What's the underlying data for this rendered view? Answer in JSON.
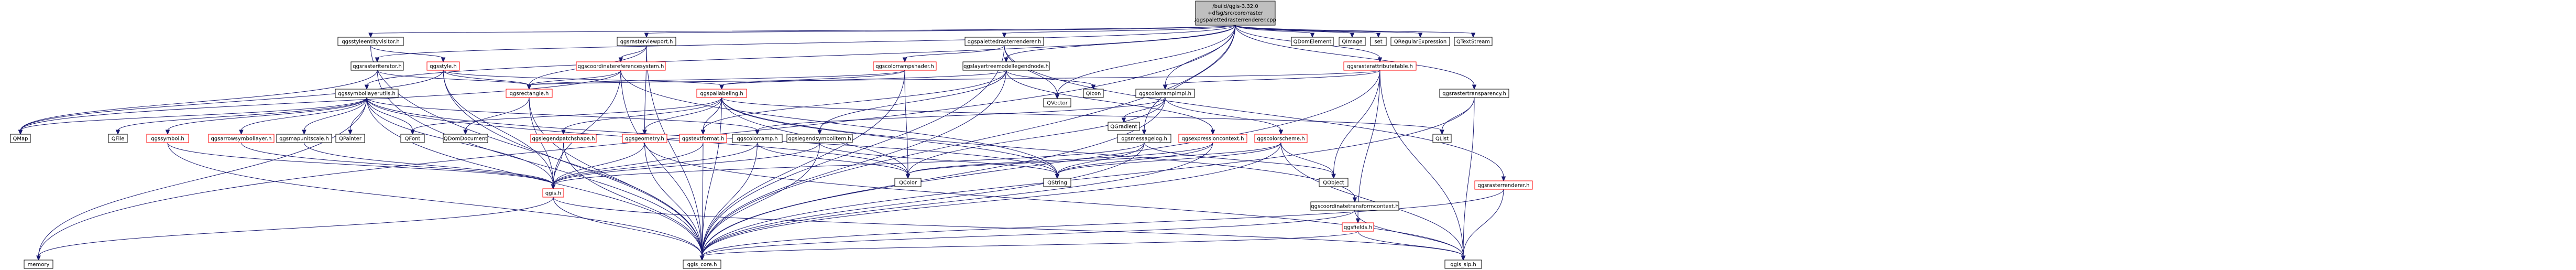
{
  "graph": {
    "root": {
      "lines": [
        "/build/qgis-3.32.0",
        "+dfsg/src/core/raster",
        "/qgspalettedrasterrenderer.cpp"
      ]
    },
    "nodes": [
      {
        "id": "memory",
        "label": "memory",
        "red": false
      },
      {
        "id": "qgsstyleentityvisitor_h",
        "label": "qgsstyleentityvisitor.h",
        "red": false
      },
      {
        "id": "qgsrasteriterator_h",
        "label": "qgsrasteriterator.h",
        "red": false
      },
      {
        "id": "qgsstyle_h",
        "label": "qgsstyle.h",
        "red": true
      },
      {
        "id": "qgssymbollayerutils_h",
        "label": "qgssymbollayerutils.h",
        "red": false
      },
      {
        "id": "qgsrasterviewport_h",
        "label": "qgsrasterviewport.h",
        "red": false
      },
      {
        "id": "qgscoordinatereferencesystem_h",
        "label": "qgscoordinatereferencesystem.h",
        "red": true
      },
      {
        "id": "qgspalettedrasterrenderer_h",
        "label": "qgspalettedrasterrenderer.h",
        "red": false
      },
      {
        "id": "qgscolorrampshader_h",
        "label": "qgscolorrampshader.h",
        "red": true
      },
      {
        "id": "qgslayertreemodellegendnode_h",
        "label": "qgslayertreemodellegendnode.h",
        "red": false
      },
      {
        "id": "qgsrasterattributetable_h",
        "label": "qgsrasterattributetable.h",
        "red": true
      },
      {
        "id": "QDomElement",
        "label": "QDomElement",
        "red": false
      },
      {
        "id": "QImage",
        "label": "QImage",
        "red": false
      },
      {
        "id": "set",
        "label": "set",
        "red": false
      },
      {
        "id": "QRegularExpression",
        "label": "QRegularExpression",
        "red": false
      },
      {
        "id": "QTextStream",
        "label": "QTextStream",
        "red": false
      },
      {
        "id": "QVector",
        "label": "QVector",
        "red": false
      },
      {
        "id": "qgsrastertransparency_h",
        "label": "qgsrastertransparency.h",
        "red": false
      },
      {
        "id": "qgsrectangle_h",
        "label": "qgsrectangle.h",
        "red": true
      },
      {
        "id": "qgspallabeling_h",
        "label": "qgspallabeling.h",
        "red": true
      },
      {
        "id": "QIcon",
        "label": "QIcon",
        "red": false
      },
      {
        "id": "qgscolorrampimpl_h",
        "label": "qgscolorrampimpl.h",
        "red": false
      },
      {
        "id": "QMap",
        "label": "QMap",
        "red": false
      },
      {
        "id": "QFile",
        "label": "QFile",
        "red": false
      },
      {
        "id": "qgssymbol_h",
        "label": "qgssymbol.h",
        "red": true
      },
      {
        "id": "qgsarrowsymbollayer_h",
        "label": "qgsarrowsymbollayer.h",
        "red": true
      },
      {
        "id": "qgsmapunitscale_h",
        "label": "qgsmapunitscale.h",
        "red": false
      },
      {
        "id": "QPainter",
        "label": "QPainter",
        "red": false
      },
      {
        "id": "QFont",
        "label": "QFont",
        "red": false
      },
      {
        "id": "QDomDocument",
        "label": "QDomDocument",
        "red": false
      },
      {
        "id": "qgslegendpatchshape_h",
        "label": "qgslegendpatchshape.h",
        "red": true
      },
      {
        "id": "qgsgeometry_h",
        "label": "qgsgeometry.h",
        "red": true
      },
      {
        "id": "qgstextformat_h",
        "label": "qgstextformat.h",
        "red": true
      },
      {
        "id": "qgscolorramp_h",
        "label": "qgscolorramp.h",
        "red": false
      },
      {
        "id": "qgslegendsymbolitem_h",
        "label": "qgslegendsymbolitem.h",
        "red": false
      },
      {
        "id": "qgsmessagelog_h",
        "label": "qgsmessagelog.h",
        "red": false
      },
      {
        "id": "qgsexpressioncontext_h",
        "label": "qgsexpressioncontext.h",
        "red": true
      },
      {
        "id": "qgscolorscheme_h",
        "label": "qgscolorscheme.h",
        "red": true
      },
      {
        "id": "QGradient",
        "label": "QGradient",
        "red": false
      },
      {
        "id": "QList",
        "label": "QList",
        "red": false
      },
      {
        "id": "qgsrasterrenderer_h",
        "label": "qgsrasterrenderer.h",
        "red": true
      },
      {
        "id": "qgis_h",
        "label": "qgis.h",
        "red": true
      },
      {
        "id": "QColor",
        "label": "QColor",
        "red": false
      },
      {
        "id": "QString",
        "label": "QString",
        "red": false
      },
      {
        "id": "QObject",
        "label": "QObject",
        "red": false
      },
      {
        "id": "qgscoordinatetransformcontext_h",
        "label": "qgscoordinatetransformcontext.h",
        "red": false
      },
      {
        "id": "qgsfields_h",
        "label": "qgsfields.h",
        "red": true
      },
      {
        "id": "qgis_core_h",
        "label": "qgis_core.h",
        "red": false
      },
      {
        "id": "qgis_sip_h",
        "label": "qgis_sip.h",
        "red": false
      }
    ],
    "edges": [
      [
        "root",
        "memory"
      ],
      [
        "root",
        "qgsstyleentityvisitor_h"
      ],
      [
        "root",
        "qgsrasteriterator_h"
      ],
      [
        "root",
        "qgssymbollayerutils_h"
      ],
      [
        "root",
        "qgsrasterviewport_h"
      ],
      [
        "root",
        "qgspalettedrasterrenderer_h"
      ],
      [
        "root",
        "qgslayertreemodellegendnode_h"
      ],
      [
        "root",
        "qgsrasterattributetable_h"
      ],
      [
        "root",
        "QDomElement"
      ],
      [
        "root",
        "QImage"
      ],
      [
        "root",
        "set"
      ],
      [
        "root",
        "QRegularExpression"
      ],
      [
        "root",
        "QTextStream"
      ],
      [
        "root",
        "QVector"
      ],
      [
        "root",
        "qgscolorrampimpl_h"
      ],
      [
        "root",
        "qgsmessagelog_h"
      ],
      [
        "root",
        "qgsrastertransparency_h"
      ],
      [
        "root",
        "qgis_core_h"
      ],
      [
        "qgsstyleentityvisitor_h",
        "qgsstyle_h"
      ],
      [
        "qgsstyleentityvisitor_h",
        "qgis_core_h"
      ],
      [
        "qgsstyle_h",
        "qgis_h"
      ],
      [
        "qgsstyle_h",
        "QMap"
      ],
      [
        "qgsstyle_h",
        "qgspallabeling_h"
      ],
      [
        "qgsstyle_h",
        "qgsrectangle_h"
      ],
      [
        "qgsstyle_h",
        "qgis_core_h"
      ],
      [
        "qgsrasteriterator_h",
        "qgsrectangle_h"
      ],
      [
        "qgsrasteriterator_h",
        "qgis_core_h"
      ],
      [
        "qgsrasteriterator_h",
        "QMap"
      ],
      [
        "qgssymbollayerutils_h",
        "QMap"
      ],
      [
        "qgssymbollayerutils_h",
        "QFile"
      ],
      [
        "qgssymbollayerutils_h",
        "qgssymbol_h"
      ],
      [
        "qgssymbollayerutils_h",
        "qgsarrowsymbollayer_h"
      ],
      [
        "qgssymbollayerutils_h",
        "qgsmapunitscale_h"
      ],
      [
        "qgssymbollayerutils_h",
        "QPainter"
      ],
      [
        "qgssymbollayerutils_h",
        "QFont"
      ],
      [
        "qgssymbollayerutils_h",
        "QColor"
      ],
      [
        "qgssymbollayerutils_h",
        "QString"
      ],
      [
        "qgssymbollayerutils_h",
        "qgis_h"
      ],
      [
        "qgssymbollayerutils_h",
        "qgis_core_h"
      ],
      [
        "qgssymbollayerutils_h",
        "memory"
      ],
      [
        "qgssymbollayerutils_h",
        "qgscolorramp_h"
      ],
      [
        "qgsrasterviewport_h",
        "qgscoordinatereferencesystem_h"
      ],
      [
        "qgsrasterviewport_h",
        "qgsrectangle_h"
      ],
      [
        "qgsrasterviewport_h",
        "qgsgeometry_h"
      ],
      [
        "qgsrasterviewport_h",
        "qgis_core_h"
      ],
      [
        "qgscoordinatereferencesystem_h",
        "qgsrectangle_h"
      ],
      [
        "qgscoordinatereferencesystem_h",
        "qgis_h"
      ],
      [
        "qgscoordinatereferencesystem_h",
        "QString"
      ],
      [
        "qgscoordinatereferencesystem_h",
        "QMap"
      ],
      [
        "qgscoordinatereferencesystem_h",
        "qgis_core_h"
      ],
      [
        "qgspalettedrasterrenderer_h",
        "qgscolorrampshader_h"
      ],
      [
        "qgspalettedrasterrenderer_h",
        "QVector"
      ],
      [
        "qgspalettedrasterrenderer_h",
        "qgis_core_h"
      ],
      [
        "qgspalettedrasterrenderer_h",
        "qgsrasterrenderer_h"
      ],
      [
        "qgscolorrampshader_h",
        "qgspallabeling_h"
      ],
      [
        "qgscolorrampshader_h",
        "QColor"
      ],
      [
        "qgscolorrampshader_h",
        "qgis_core_h"
      ],
      [
        "qgscolorrampshader_h",
        "qgsrectangle_h"
      ],
      [
        "qgslayertreemodellegendnode_h",
        "QIcon"
      ],
      [
        "qgslayertreemodellegendnode_h",
        "qgslegendsymbolitem_h"
      ],
      [
        "qgslayertreemodellegendnode_h",
        "qgstextformat_h"
      ],
      [
        "qgslayertreemodellegendnode_h",
        "qgis_core_h"
      ],
      [
        "qgslayertreemodellegendnode_h",
        "qgsexpressioncontext_h"
      ],
      [
        "qgslayertreemodellegendnode_h",
        "qgspallabeling_h"
      ],
      [
        "qgsrasterattributetable_h",
        "qgscolorrampimpl_h"
      ],
      [
        "qgsrasterattributetable_h",
        "qgsfields_h"
      ],
      [
        "qgsrasterattributetable_h",
        "qgis_sip_h"
      ],
      [
        "qgsrasterattributetable_h",
        "QObject"
      ],
      [
        "qgsrasterattributetable_h",
        "qgsrectangle_h"
      ],
      [
        "qgsrasterattributetable_h",
        "qgis_core_h"
      ],
      [
        "qgsrastertransparency_h",
        "QList"
      ],
      [
        "qgsrastertransparency_h",
        "qgis_sip_h"
      ],
      [
        "qgsrastertransparency_h",
        "qgis_core_h"
      ],
      [
        "qgsrectangle_h",
        "qgis_h"
      ],
      [
        "qgsrectangle_h",
        "qgis_core_h"
      ],
      [
        "qgsrectangle_h",
        "QDomDocument"
      ],
      [
        "qgspallabeling_h",
        "qgis_core_h"
      ],
      [
        "qgspallabeling_h",
        "QFont"
      ],
      [
        "qgspallabeling_h",
        "QString"
      ],
      [
        "qgspallabeling_h",
        "qgslegendpatchshape_h"
      ],
      [
        "qgspallabeling_h",
        "qgsgeometry_h"
      ],
      [
        "qgspallabeling_h",
        "qgstextformat_h"
      ],
      [
        "qgspallabeling_h",
        "qgscoordinatetransformcontext_h"
      ],
      [
        "qgspallabeling_h",
        "QList"
      ],
      [
        "qgspallabeling_h",
        "QColor"
      ],
      [
        "qgscolorrampimpl_h",
        "QGradient"
      ],
      [
        "qgscolorrampimpl_h",
        "qgscolorscheme_h"
      ],
      [
        "qgscolorrampimpl_h",
        "qgscolorramp_h"
      ],
      [
        "qgscolorrampimpl_h",
        "qgis_core_h"
      ],
      [
        "qgscolorrampimpl_h",
        "QColor"
      ],
      [
        "qgssymbol_h",
        "qgis_h"
      ],
      [
        "qgssymbol_h",
        "qgis_core_h"
      ],
      [
        "qgsarrowsymbollayer_h",
        "qgis_h"
      ],
      [
        "qgsmapunitscale_h",
        "qgis_h"
      ],
      [
        "qgslegendpatchshape_h",
        "qgis_h"
      ],
      [
        "qgslegendpatchshape_h",
        "qgis_core_h"
      ],
      [
        "qgsgeometry_h",
        "qgis_h"
      ],
      [
        "qgsgeometry_h",
        "qgis_core_h"
      ],
      [
        "qgsgeometry_h",
        "qgis_sip_h"
      ],
      [
        "qgstextformat_h",
        "qgis_h"
      ],
      [
        "qgstextformat_h",
        "qgis_core_h"
      ],
      [
        "qgscolorramp_h",
        "qgis_h"
      ],
      [
        "qgscolorramp_h",
        "QColor"
      ],
      [
        "qgscolorramp_h",
        "qgis_core_h"
      ],
      [
        "qgslegendsymbolitem_h",
        "qgis_h"
      ],
      [
        "qgslegendsymbolitem_h",
        "QString"
      ],
      [
        "qgslegendsymbolitem_h",
        "qgis_core_h"
      ],
      [
        "qgsmessagelog_h",
        "qgis_h"
      ],
      [
        "qgsmessagelog_h",
        "QString"
      ],
      [
        "qgsmessagelog_h",
        "QObject"
      ],
      [
        "qgsmessagelog_h",
        "qgis_core_h"
      ],
      [
        "qgsexpressioncontext_h",
        "QString"
      ],
      [
        "qgsexpressioncontext_h",
        "QColor"
      ],
      [
        "qgsexpressioncontext_h",
        "qgis_core_h"
      ],
      [
        "qgscolorscheme_h",
        "QString"
      ],
      [
        "qgscolorscheme_h",
        "QColor"
      ],
      [
        "qgscolorscheme_h",
        "QObject"
      ],
      [
        "qgscolorscheme_h",
        "qgis_core_h"
      ],
      [
        "qgscolorscheme_h",
        "qgis_sip_h"
      ],
      [
        "qgsrasterrenderer_h",
        "qgis_core_h"
      ],
      [
        "qgsrasterrenderer_h",
        "qgis_sip_h"
      ],
      [
        "qgis_h",
        "memory"
      ],
      [
        "qgis_h",
        "qgis_core_h"
      ],
      [
        "qgis_h",
        "qgis_sip_h"
      ],
      [
        "qgscoordinatetransformcontext_h",
        "qgis_core_h"
      ],
      [
        "qgscoordinatetransformcontext_h",
        "qgis_sip_h"
      ],
      [
        "qgsfields_h",
        "qgis_core_h"
      ],
      [
        "qgsfields_h",
        "qgis_sip_h"
      ]
    ],
    "colors": {
      "edge": "#191970",
      "node_border": "#000000",
      "node_border_red": "#ff0000",
      "root_fill": "#bfbfbf",
      "node_fill": "#ffffff",
      "text": "#000000"
    }
  }
}
